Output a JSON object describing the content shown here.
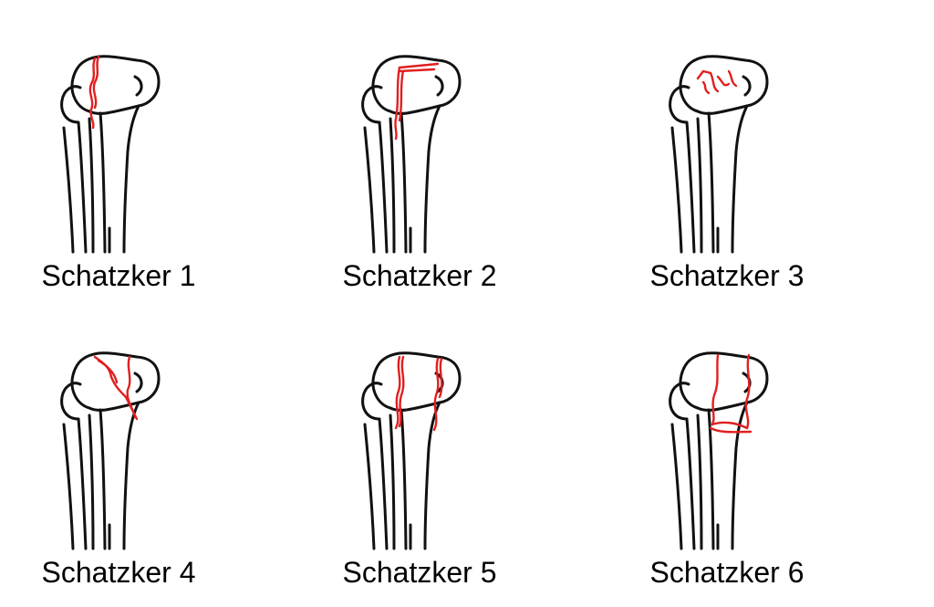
{
  "colors": {
    "outline": "#111111",
    "fracture": "#e02020",
    "background": "#ffffff"
  },
  "panels": [
    {
      "label": "Schatzker 1",
      "type": 1
    },
    {
      "label": "Schatzker 2",
      "type": 2
    },
    {
      "label": "Schatzker 3",
      "type": 3
    },
    {
      "label": "Schatzker 4",
      "type": 4
    },
    {
      "label": "Schatzker 5",
      "type": 5
    },
    {
      "label": "Schatzker 6",
      "type": 6
    }
  ]
}
